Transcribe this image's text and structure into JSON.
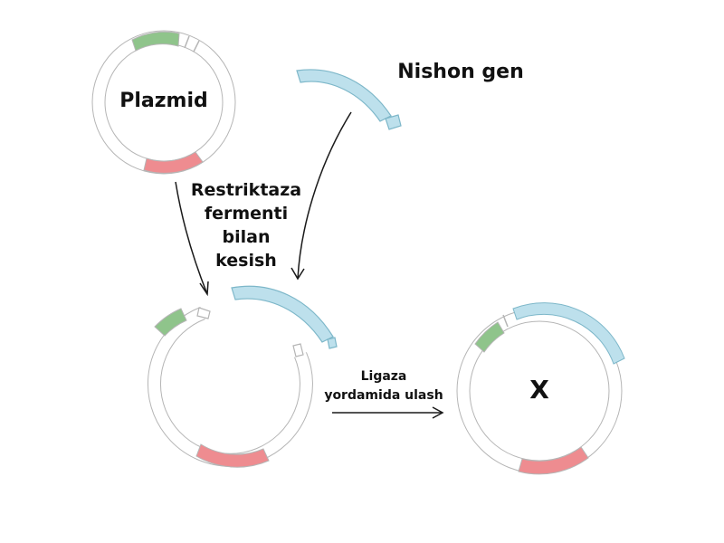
{
  "labels": {
    "plasmid": "Plazmid",
    "target_gene": "Nishon gen",
    "restriction_lines": [
      "Restriktaza",
      "fermenti",
      "bilan",
      "kesish"
    ],
    "ligase_lines": [
      "Ligaza",
      "yordamida ulash"
    ],
    "result": "X"
  },
  "colors": {
    "ring_fill": "#ffffff",
    "ring_outline": "#b5b5b5",
    "green_segment": "#8fc48b",
    "red_segment": "#ee8c90",
    "blue_segment": "#bde0ec",
    "blue_outline": "#7db7c9",
    "arrow": "#1a1a1a",
    "text": "#111111"
  }
}
